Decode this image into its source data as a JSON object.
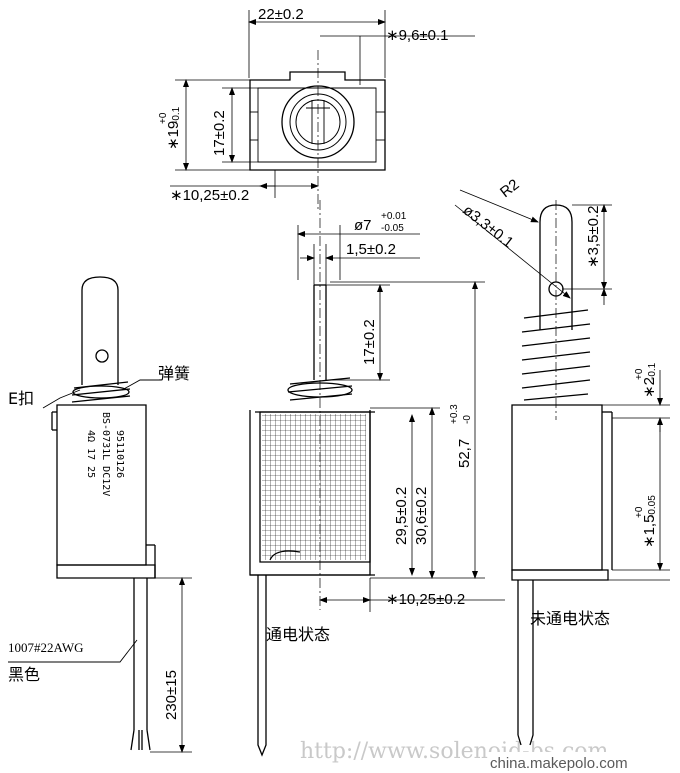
{
  "top_view": {
    "width_dim": "22±0.2",
    "boss_dim": "∗9,6±0.1",
    "height_tol_dim": "∗19",
    "height_tol_upper": "+0",
    "height_tol_lower": "-0.1",
    "inner_height_dim": "17±0.2",
    "bottom_width_dim": "∗10,25±0.2"
  },
  "front_view": {
    "diameter_main": "ø7",
    "diameter_upper": "+0.01",
    "diameter_lower": "-0.05",
    "plunger_width_dim": "1,5±0.2",
    "plunger_stroke_dim": "17±0.2",
    "coil_inner_dim": "29,5±0.2",
    "coil_outer_dim": "30,6±0.2",
    "total_height_main": "52,7",
    "total_height_upper": "+0.3",
    "total_height_lower": "-0",
    "base_width_dim": "∗10,25±0.2",
    "caption": "通电状态"
  },
  "left_view": {
    "spring_label": "弹簧",
    "clip_label": "E扣",
    "body_marking_1": "95110126",
    "body_marking_2": "BS-0731L DC12V",
    "body_marking_3": "4Ω 17 25",
    "wire_label_1": "1007#22AWG",
    "wire_label_2": "黑色",
    "wire_length_dim": "230±15"
  },
  "right_view": {
    "radius_dim": "R2",
    "hole_dim": "ø3,3±0.1",
    "tip_dim": "∗3,5±0.2",
    "gap_main": "∗2",
    "gap_upper": "+0",
    "gap_lower": "-0.1",
    "flange_main": "∗1,5",
    "flange_upper": "+0",
    "flange_lower": "-0.05",
    "caption": "未通电状态"
  },
  "watermark": "http://www.solenoid-bs.com",
  "brand": "china.makepolo.com"
}
